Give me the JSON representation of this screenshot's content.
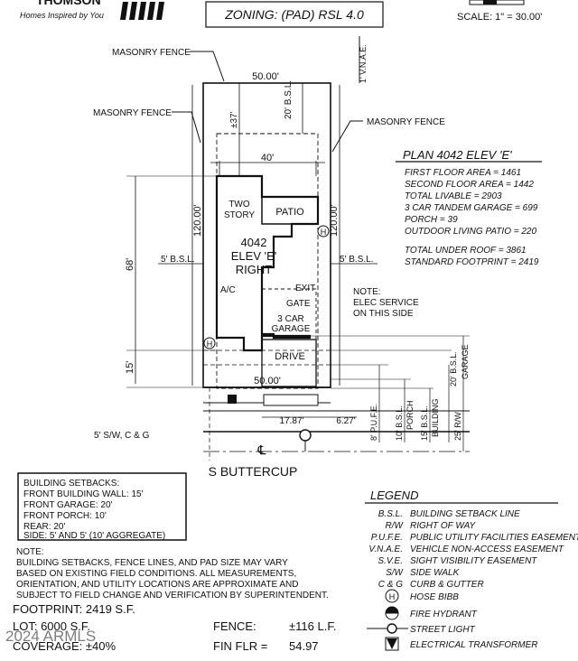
{
  "header": {
    "brand_name": "THOMSON",
    "brand_tagline": "Homes Inspired by You",
    "zoning": "ZONING: (PAD) RSL 4.0",
    "scale": "SCALE: 1\" = 30.00'"
  },
  "site": {
    "masonry_fence_1": "MASONRY FENCE",
    "masonry_fence_2": "MASONRY FENCE",
    "masonry_fence_3": "MASONRY FENCE",
    "vnae": "1' V.N.A.E.",
    "top_width": "50.00'",
    "bottom_width": "50.00'",
    "rear_setback": "20' B.S.L.",
    "rear_dim": "±37'",
    "patio_width": "40'",
    "left_depth": "120.00'",
    "right_depth": "120.00'",
    "house_depth": "68'",
    "front_dim": "15'",
    "left_bsl": "5' B.S.L.",
    "right_bsl": "5' B.S.L.",
    "two_story": [
      "TWO",
      "STORY"
    ],
    "patio": "PATIO",
    "plan_label": [
      "4042",
      "ELEV 'E'",
      "RIGHT"
    ],
    "ac": "A/C",
    "exit": "EXIT",
    "gate": "GATE",
    "garage": [
      "3 CAR",
      "GARAGE"
    ],
    "drive": "DRIVE",
    "note_elec": [
      "NOTE:",
      "ELEC SERVICE",
      "ON THIS SIDE"
    ],
    "drive_width": "17.87'",
    "walk_offset": "6.27'",
    "pufe": "8' P.U.F.E.",
    "bsl_porch": [
      "10' B.S.L.",
      "PORCH"
    ],
    "bsl_building": [
      "15' B.S.L.",
      "BUILDING"
    ],
    "bsl_garage_20": [
      "20' B.S.L.",
      "GARAGE"
    ],
    "bsl_garage_25": "25' R/W",
    "swcg": "5' S/W, C & G",
    "centerline": "℄",
    "street": "S   BUTTERCUP"
  },
  "plan_info": {
    "title": "PLAN 4042 ELEV 'E'",
    "lines_1": [
      "FIRST FLOOR AREA = 1461",
      "SECOND FLOOR AREA = 1442",
      "TOTAL LIVABLE = 2903",
      "3 CAR TANDEM GARAGE = 699",
      "PORCH = 39",
      "OUTDOOR LIVING PATIO = 220"
    ],
    "lines_2": [
      "TOTAL UNDER ROOF = 3861",
      "STANDARD FOOTPRINT = 2419"
    ]
  },
  "setbacks": {
    "lines": [
      "BUILDING SETBACKS:",
      "FRONT BUILDING WALL: 15'",
      "FRONT GARAGE: 20'",
      "FRONT PORCH: 10'",
      "REAR: 20'",
      "SIDE: 5' AND 5' (10' AGGREGATE)"
    ]
  },
  "note": {
    "lines": [
      "NOTE:",
      "BUILDING SETBACKS, FENCE LINES, AND PAD SIZE MAY VARY",
      "BASED ON EXISTING FIELD CONDITIONS.  ALL MEASUREMENTS,",
      "ORIENTATION, AND UTILITY LOCATIONS ARE APPROXIMATE AND",
      "SUBJECT TO FIELD CHANGE AND VERIFICATION BY SUPERINTENDENT."
    ]
  },
  "stats": {
    "footprint": "FOOTPRINT: 2419 S.F.",
    "lot": "LOT:   6000 S.F.",
    "coverage": "COVERAGE: ±40%",
    "fence_label": "FENCE:",
    "fence_value": "±116 L.F.",
    "fin_flr_label": "FIN FLR =",
    "fin_flr_value": "54.97",
    "watermark": "2024 ARMLS"
  },
  "legend": {
    "title": "LEGEND",
    "items": [
      {
        "abbr": "B.S.L.",
        "desc": "BUILDING SETBACK LINE"
      },
      {
        "abbr": "R/W",
        "desc": "RIGHT OF WAY"
      },
      {
        "abbr": "P.U.F.E.",
        "desc": "PUBLIC UTILITY FACILITIES EASEMENT"
      },
      {
        "abbr": "V.N.A.E.",
        "desc": "VEHICLE NON-ACCESS EASEMENT"
      },
      {
        "abbr": "S.V.E.",
        "desc": "SIGHT VISIBILITY EASEMENT"
      },
      {
        "abbr": "S/W",
        "desc": "SIDE WALK"
      },
      {
        "abbr": "C & G",
        "desc": "CURB & GUTTER"
      }
    ],
    "symbols": [
      {
        "letter": "H",
        "desc": "HOSE BIBB"
      },
      {
        "desc": "FIRE HYDRANT"
      },
      {
        "desc": "STREET LIGHT"
      },
      {
        "desc": "ELECTRICAL TRANSFORMER"
      }
    ]
  }
}
